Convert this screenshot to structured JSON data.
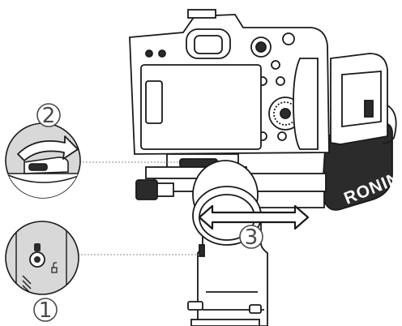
{
  "steps": [
    {
      "number": "1"
    },
    {
      "number": "2"
    },
    {
      "number": "3"
    }
  ],
  "brand_text": "RONIN",
  "colors": {
    "line": "#1a1a1a",
    "callout_fill": "#d8d8d8",
    "arrow_fill": "#ffffff",
    "dark_part": "#2b2b2b",
    "step_text": "#4a4a4a"
  },
  "icons": [
    "lock-icon",
    "unlock-icon",
    "rotate-arrow-icon",
    "double-arrow-icon"
  ]
}
